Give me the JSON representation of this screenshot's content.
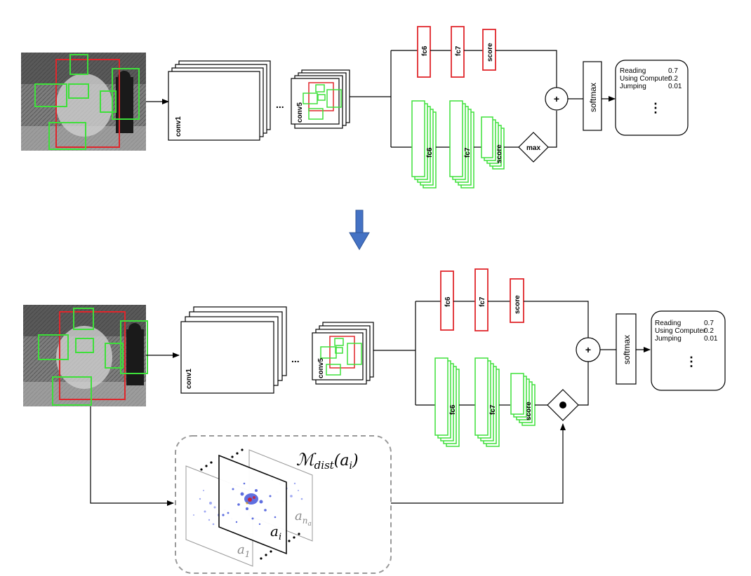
{
  "arrow_color": "#4472c4",
  "colors": {
    "red_box": "#e0262b",
    "green_box": "#3ee03a",
    "heat_blue": "#2a3fd6"
  },
  "top": {
    "conv1": "conv1",
    "dots": "...",
    "conv5": "conv5",
    "red_branch": [
      "fc6",
      "fc7",
      "score"
    ],
    "green_branch": [
      "fc6",
      "fc7",
      "score"
    ],
    "max": "max",
    "sum": "+",
    "softmax": "softmax",
    "output": {
      "rows": [
        {
          "label": "Reading",
          "value": "0.7"
        },
        {
          "label": "Using Computer",
          "value": "0.2"
        },
        {
          "label": "Jumping",
          "value": "0.01"
        }
      ],
      "ellipsis": "⋮"
    }
  },
  "bottom": {
    "conv1": "conv1",
    "dots": "...",
    "conv5": "conv5",
    "red_branch": [
      "fc6",
      "fc7",
      "score"
    ],
    "green_branch": [
      "fc6",
      "fc7",
      "score"
    ],
    "sum": "+",
    "softmax": "softmax",
    "output": {
      "rows": [
        {
          "label": "Reading",
          "value": "0.7"
        },
        {
          "label": "Using Computer",
          "value": "0.2"
        },
        {
          "label": "Jumping",
          "value": "0.01"
        }
      ],
      "ellipsis": "⋮"
    },
    "dist": {
      "main": "ℳ",
      "sub": "dist",
      "arg": "(a",
      "arg_sub": "i",
      "close": ")",
      "ai": "a",
      "ai_sub": "i",
      "a1": "a",
      "a1_sub": "1",
      "ana": "a",
      "ana_sub": "n",
      "ana_subsub": "a"
    }
  }
}
